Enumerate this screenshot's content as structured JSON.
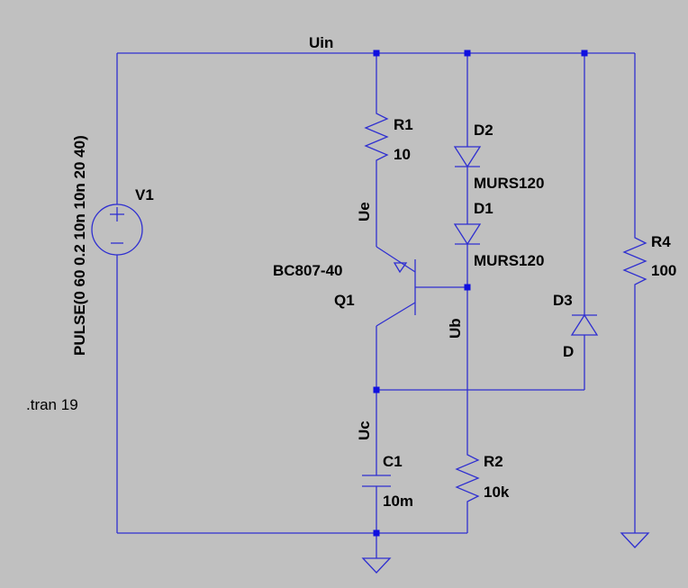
{
  "colors": {
    "background": "#c0c0c0",
    "wire": "#2f2fd0",
    "junction": "#1010e0",
    "text": "#000000"
  },
  "nets": {
    "uin": "Uin",
    "ue": "Ue",
    "ub": "Ub",
    "uc": "Uc"
  },
  "components": {
    "v1": {
      "name": "V1",
      "value": "PULSE(0 60 0.2 10n 10n 20 40)"
    },
    "r1": {
      "name": "R1",
      "value": "10"
    },
    "r2": {
      "name": "R2",
      "value": "10k"
    },
    "r4": {
      "name": "R4",
      "value": "100"
    },
    "d1": {
      "name": "D1",
      "value": "MURS120"
    },
    "d2": {
      "name": "D2",
      "value": "MURS120"
    },
    "d3": {
      "name": "D3",
      "value": "D"
    },
    "q1": {
      "name": "Q1",
      "value": "BC807-40"
    },
    "c1": {
      "name": "C1",
      "value": "10m"
    }
  },
  "directives": {
    "tran": ".tran 19"
  },
  "icons": [
    "ground-icon",
    "voltage-source-icon",
    "resistor-icon",
    "diode-icon",
    "pnp-transistor-icon",
    "capacitor-icon",
    "junction-dot-icon"
  ]
}
